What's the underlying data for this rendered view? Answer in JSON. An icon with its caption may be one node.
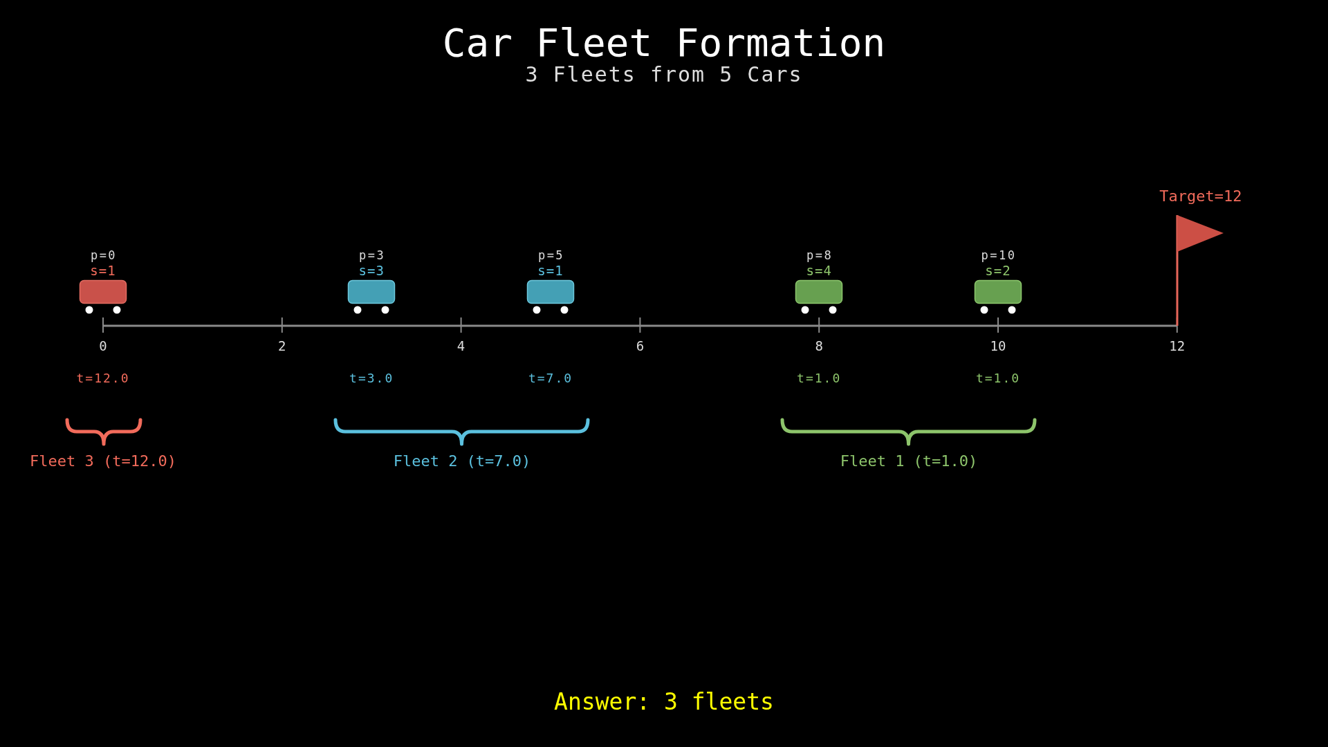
{
  "diagram": {
    "title": "Car Fleet Formation",
    "nodes": [
      {
        "text": [],
        "shape": "box",
        "beside": [
          "p=0",
          "s=1"
        ]
      },
      {
        "text": [],
        "shape": "box",
        "beside": [
          "p=3",
          "s=3"
        ]
      },
      {
        "text": [],
        "shape": "box",
        "beside": [
          "p=5",
          "s=1"
        ]
      },
      {
        "text": [],
        "shape": "box",
        "beside": [
          "p=8",
          "s=4"
        ]
      },
      {
        "text": [],
        "shape": "box",
        "beside": [
          "p=10",
          "s=2"
        ]
      },
      {
        "text": [],
        "shape": "flag",
        "beside": [
          "Target=12"
        ]
      }
    ],
    "labels": [
      "3 Fleets from 5 Cars",
      "0",
      "2",
      "4",
      "6",
      "8",
      "10",
      "12",
      "t=12.0",
      "t=3.0",
      "t=7.0",
      "t=1.0",
      "t=1.0",
      "Fleet 3 (t=12.0)",
      "Fleet 2 (t=7.0)",
      "Fleet 1 (t=1.0)",
      "Answer: 3 fleets"
    ]
  }
}
